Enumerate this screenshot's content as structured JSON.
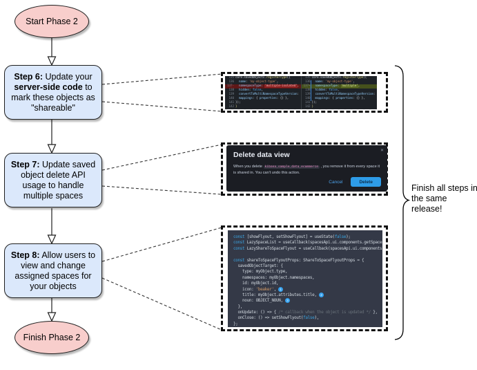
{
  "flowchart": {
    "start": {
      "label": "Start Phase 2"
    },
    "finish": {
      "label": "Finish Phase 2"
    },
    "steps": [
      {
        "b1": "Step 6:",
        "t1": " Update your ",
        "b2": "server-side code",
        "t2": " to mark these objects as \"shareable\""
      },
      {
        "b1": "Step 7:",
        "t1": " Update saved object delete API usage to handle multiple spaces",
        "b2": "",
        "t2": ""
      },
      {
        "b1": "Step 8:",
        "t1": " Allow users to view and change assigned spaces for your objects",
        "b2": "",
        "t2": ""
      }
    ],
    "brace_label": "Finish all steps in the same release!"
  },
  "colors": {
    "node_pink": "#f8cecc",
    "node_blue": "#dbe8fb",
    "diff_removed_bg": "#5e1717",
    "diff_added_bg": "#45511c",
    "accent_blue": "#36a2ef"
  },
  "diff": {
    "left": {
      "lines": [
        {
          "n": "135",
          "tokens": [
            [
              "core.savedObjects.",
              "w"
            ],
            [
              "registerType",
              "fn"
            ],
            [
              "({",
              "w"
            ]
          ]
        },
        {
          "n": "136",
          "tokens": [
            [
              "  ",
              "w"
            ],
            [
              "name",
              "blu"
            ],
            [
              ": ",
              "w"
            ],
            [
              "'my-object-type'",
              "str"
            ],
            [
              ",",
              "w"
            ]
          ]
        },
        {
          "n": "137-",
          "cls": "removed",
          "tokens": [
            [
              "  ",
              "w"
            ],
            [
              "namespaceType",
              "blu"
            ],
            [
              ": ",
              "w"
            ],
            [
              "'multiple-isolated'",
              "hlr"
            ],
            [
              ",",
              "w"
            ]
          ]
        },
        {
          "n": "138",
          "tokens": [
            [
              "  ",
              "w"
            ],
            [
              "hidden",
              "blu"
            ],
            [
              ": ",
              "w"
            ],
            [
              "false",
              "kw"
            ],
            [
              ",",
              "w"
            ]
          ]
        },
        {
          "n": "139",
          "tokens": [
            [
              "  ",
              "w"
            ],
            [
              "convertToMultiNamespaceTypeVersion",
              "blu"
            ],
            [
              ":",
              "w"
            ]
          ]
        },
        {
          "n": "140",
          "tokens": [
            [
              "  ",
              "w"
            ],
            [
              "mappings",
              "blu"
            ],
            [
              ": { ",
              "w"
            ],
            [
              "properties",
              "blu"
            ],
            [
              ": {} },",
              "w"
            ]
          ]
        },
        {
          "n": "141",
          "tokens": [
            [
              "});",
              "w"
            ]
          ]
        },
        {
          "n": "142",
          "tokens": [
            [
              "}",
              "fn"
            ]
          ]
        }
      ]
    },
    "right": {
      "lines": [
        {
          "n": "135",
          "tokens": [
            [
              "core.savedObjects.",
              "w"
            ],
            [
              "registerType",
              "fn"
            ],
            [
              "({",
              "w"
            ]
          ]
        },
        {
          "n": "136",
          "tokens": [
            [
              "  ",
              "w"
            ],
            [
              "name",
              "blu"
            ],
            [
              ": ",
              "w"
            ],
            [
              "'my-object-type'",
              "str"
            ],
            [
              ",",
              "w"
            ]
          ]
        },
        {
          "n": "137+",
          "cls": "added",
          "tokens": [
            [
              "  ",
              "w"
            ],
            [
              "namespaceType",
              "blu"
            ],
            [
              ": ",
              "w"
            ],
            [
              "'multiple'",
              "hlg"
            ],
            [
              ",",
              "w"
            ]
          ]
        },
        {
          "n": "138",
          "tokens": [
            [
              "  ",
              "w"
            ],
            [
              "hidden",
              "blu"
            ],
            [
              ": ",
              "w"
            ],
            [
              "false",
              "kw"
            ],
            [
              ",",
              "w"
            ]
          ]
        },
        {
          "n": "139",
          "tokens": [
            [
              "  ",
              "w"
            ],
            [
              "convertToMultiNamespaceTypeVersion",
              "blu"
            ],
            [
              ":",
              "w"
            ]
          ]
        },
        {
          "n": "140",
          "tokens": [
            [
              "  ",
              "w"
            ],
            [
              "mappings",
              "blu"
            ],
            [
              ": { ",
              "w"
            ],
            [
              "properties",
              "blu"
            ],
            [
              ": {} },",
              "w"
            ]
          ]
        },
        {
          "n": "141",
          "tokens": [
            [
              "});",
              "w"
            ]
          ]
        },
        {
          "n": "142",
          "tokens": [
            [
              "}",
              "fn"
            ]
          ]
        }
      ]
    }
  },
  "modal": {
    "title": "Delete data view",
    "close_icon": "✕",
    "body_pre": "When you delete ",
    "body_code": "kibana_sample_data_ecommerce",
    "body_post": " , you remove it from every space it is shared in. You can't undo this action.",
    "cancel_label": "Cancel",
    "delete_label": "Delete"
  },
  "code_snippet": {
    "lines": [
      {
        "tokens": [
          [
            "const",
            "kw"
          ],
          [
            " [showFlyout, setShowFlyout] = useState(",
            "w"
          ],
          [
            "false",
            "kw"
          ],
          [
            ");",
            "w"
          ]
        ]
      },
      {
        "tokens": [
          [
            "const",
            "kw"
          ],
          [
            " LazySpaceList = useCallback(spacesApi.ui.components.getSpaceLis",
            "w"
          ]
        ]
      },
      {
        "tokens": [
          [
            "const",
            "kw"
          ],
          [
            " LazyShareToSpaceFlyout = useCallback(spacesApi.ui.components.ge",
            "w"
          ]
        ]
      },
      {
        "tokens": []
      },
      {
        "tokens": [
          [
            "const",
            "kw"
          ],
          [
            " shareToSpaceFlyoutProps: ShareToSpaceFlyoutProps = {",
            "w"
          ]
        ]
      },
      {
        "tokens": [
          [
            "  savedObjectTarget: {",
            "w"
          ]
        ]
      },
      {
        "tokens": [
          [
            "    type: myObject.type,",
            "w"
          ]
        ]
      },
      {
        "tokens": [
          [
            "    namespaces: myObject.namespaces,",
            "w"
          ]
        ]
      },
      {
        "tokens": [
          [
            "    id: myObject.id,",
            "w"
          ]
        ]
      },
      {
        "tokens": [
          [
            "    icon: ",
            "w"
          ],
          [
            "'beaker'",
            "str"
          ],
          [
            ", ",
            "w"
          ],
          [
            "1",
            "badge"
          ]
        ]
      },
      {
        "tokens": [
          [
            "    title: myObject.attributes.title, ",
            "w"
          ],
          [
            "2",
            "badge"
          ]
        ]
      },
      {
        "tokens": [
          [
            "    noun: OBJECT_NOUN, ",
            "w"
          ],
          [
            "3",
            "badge"
          ]
        ]
      },
      {
        "tokens": [
          [
            "  },",
            "w"
          ]
        ]
      },
      {
        "tokens": [
          [
            "  onUpdate: () => { ",
            "w"
          ],
          [
            "/* callback when the object is updated */",
            "cmt"
          ],
          [
            " },",
            "w"
          ]
        ]
      },
      {
        "tokens": [
          [
            "  onClose: () => setShowFlyout(",
            "w"
          ],
          [
            "false",
            "kw"
          ],
          [
            "),",
            "w"
          ]
        ]
      },
      {
        "tokens": [
          [
            "};",
            "w"
          ]
        ]
      }
    ]
  }
}
